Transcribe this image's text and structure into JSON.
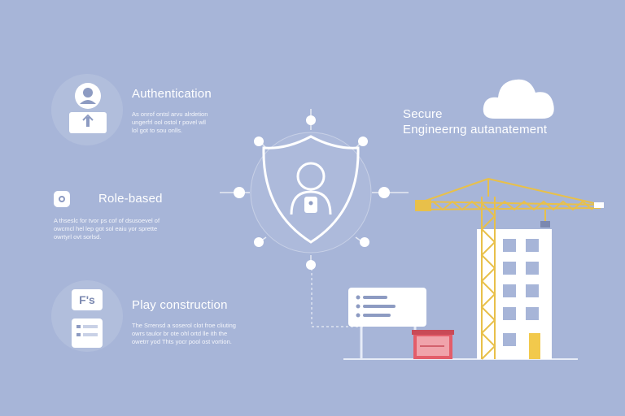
{
  "features": [
    {
      "title": "Authentication",
      "icon": "user-lock-icon",
      "desc": [
        "As onrof ontsl arvu alrdetion",
        "ungerfrl ool ostol r povel wll",
        "lol got to sou onlls."
      ]
    },
    {
      "title": "Role-based",
      "icon": "role-icon",
      "desc": [
        "A thseslc for tvor ps cof of dsusoevel of",
        "owcmcl hel lep got sol eaiu yor sprette",
        "owrtyrl ovt sorlsd."
      ]
    },
    {
      "title": "Play construction",
      "icon": "building-plan-icon",
      "icon_text": "F's",
      "desc": [
        "The Srrensd a soserol clot froe cliuting",
        "owrs taulor br ote ohl ortd lle ith the",
        "owetrr yod Thts yocr pool ost vortion."
      ]
    }
  ],
  "secure": {
    "line1": "Secure",
    "line2": "Engineerng autanatement"
  },
  "colors": {
    "background": "#a7b5d8",
    "crane": "#e8c04a",
    "building": "#ffffff",
    "door": "#f2c94c",
    "crate": "#e35d6a"
  }
}
